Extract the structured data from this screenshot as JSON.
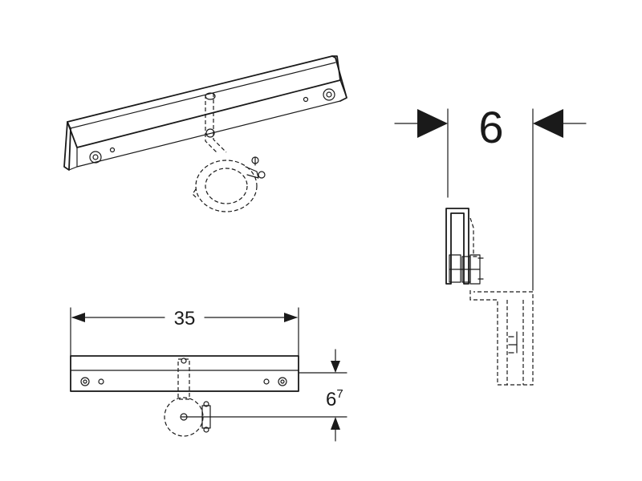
{
  "dimensions": {
    "depth": {
      "value": "6"
    },
    "width": {
      "value": "35"
    },
    "height": {
      "value": "6",
      "superscript": "7"
    }
  }
}
